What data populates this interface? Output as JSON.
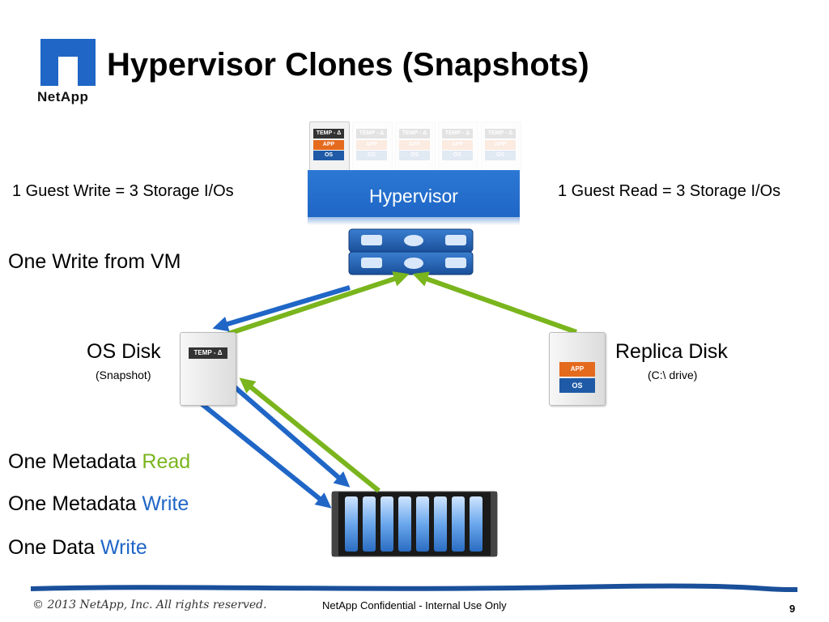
{
  "title": "Hypervisor Clones (Snapshots)",
  "logo": {
    "wordmark": "NetApp",
    "color": "#1f66c6"
  },
  "vm_stack": {
    "temp": "TEMP - Δ",
    "app": "APP",
    "os": "OS"
  },
  "hypervisor": {
    "label": "Hypervisor",
    "color": "#1f66c6"
  },
  "guest_write": "1 Guest Write = 3 Storage I/Os",
  "guest_read": "1 Guest Read = 3 Storage I/Os",
  "one_write": "One Write from VM",
  "os_disk": {
    "label": "OS Disk",
    "sub": "(Snapshot)",
    "tag": "TEMP - Δ"
  },
  "replica_disk": {
    "label": "Replica Disk",
    "sub": "(C:\\ drive)",
    "app": "APP",
    "os": "OS"
  },
  "metadata": {
    "read_prefix": "One Metadata ",
    "read_word": "Read",
    "write_prefix": "One Metadata ",
    "write_word": "Write",
    "data_prefix": "One Data ",
    "data_word": "Write"
  },
  "colors": {
    "green": "#7ab51d",
    "blue": "#1f66c6",
    "orange": "#e46a1e"
  },
  "footer": {
    "copyright": "© 2013 NetApp, Inc. All rights reserved.",
    "confidential": "NetApp Confidential - Internal Use Only",
    "page": "9"
  }
}
